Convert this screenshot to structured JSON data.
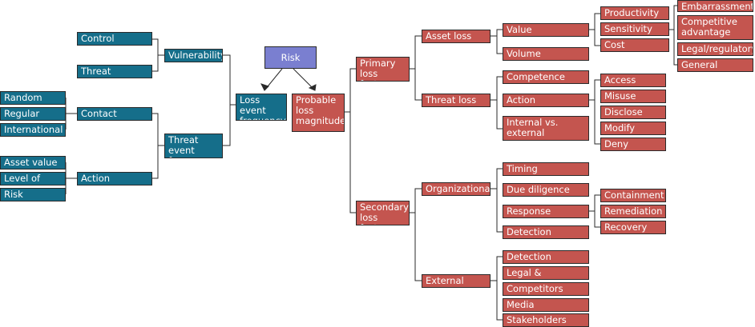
{
  "colors": {
    "threat_side": "#156e8a",
    "loss_side": "#c4554f",
    "root": "#7a7fd0",
    "line": "#2a2a2a"
  },
  "nodes": {
    "risk": "Risk",
    "loss_event_frequency": "Loss event\nfrequency",
    "probable_loss_magnitude": "Probable\nloss\nmagnitude",
    "vulnerability": "Vulnerability",
    "threat_event_frequency": "Threat event\nfrequency",
    "control_strength": "Control strength",
    "threat_capacity": "Threat capacity",
    "contact": "Contact",
    "action_threat": "Action",
    "random": "Random",
    "regular": "Regular",
    "international": "International",
    "asset_value": "Asset value",
    "level_of_effort": "Level of effort",
    "risk_leaf": "Risk",
    "primary_loss_factors": "Primary\nloss factors",
    "secondary_loss_factors": "Secondary\nloss factors",
    "asset_loss": "Asset loss",
    "threat_loss": "Threat loss",
    "organizational": "Organizational",
    "external": "External",
    "value": "Value",
    "volume": "Volume",
    "competence": "Competence",
    "action_loss": "Action",
    "internal_vs_external": "Internal vs.\nexternal",
    "productivity": "Productivity",
    "sensitivity": "Sensitivity",
    "cost": "Cost",
    "embarrassment": "Embarrassment",
    "competitive_advantage": "Competitive\nadvantage",
    "legal_regulatory": "Legal/regulatory",
    "general": "General",
    "access": "Access",
    "misuse": "Misuse",
    "disclose": "Disclose",
    "modify": "Modify",
    "deny_access": "Deny access",
    "timing": "Timing",
    "due_diligence": "Due diligence",
    "response": "Response",
    "detection_org": "Detection",
    "containment": "Containment",
    "remediation": "Remediation",
    "recovery": "Recovery",
    "detection_ext": "Detection",
    "legal_and_regulatory": "Legal & regulatory",
    "competitors": "Competitors",
    "media": "Media",
    "stakeholders": "Stakeholders"
  }
}
